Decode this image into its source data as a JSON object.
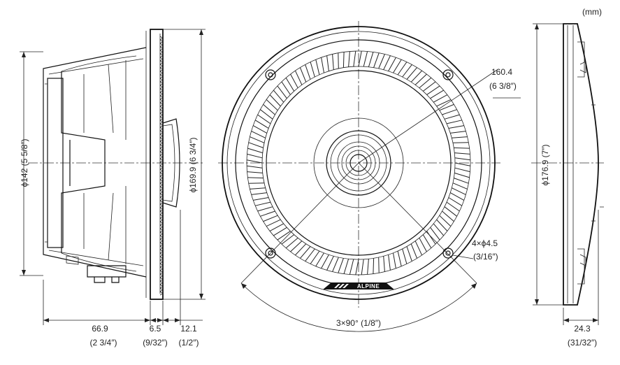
{
  "units_label": "(mm)",
  "side_view": {
    "height_dim": "ϕ142 (5 5/8″)",
    "flange_dim": "ϕ169.9 (6 3/4″)",
    "depth_mm": "66.9",
    "depth_in": "(2 3/4″)",
    "flange_mm": "6.5",
    "flange_in": "(9/32″)",
    "tweeter_mm": "12.1",
    "tweeter_in": "(1/2″)"
  },
  "front_view": {
    "hole_pitch_mm": "160.4",
    "hole_pitch_in": "(6 3/8″)",
    "holes_mm": "4×ϕ4.5",
    "holes_in": "(3/16″)",
    "angle_label": "3×90° (1/8″)",
    "logo": "ALPINE"
  },
  "grille_view": {
    "diameter_dim": "ϕ176.9 (7″)",
    "depth_mm": "24.3",
    "depth_in": "(31/32″)"
  }
}
